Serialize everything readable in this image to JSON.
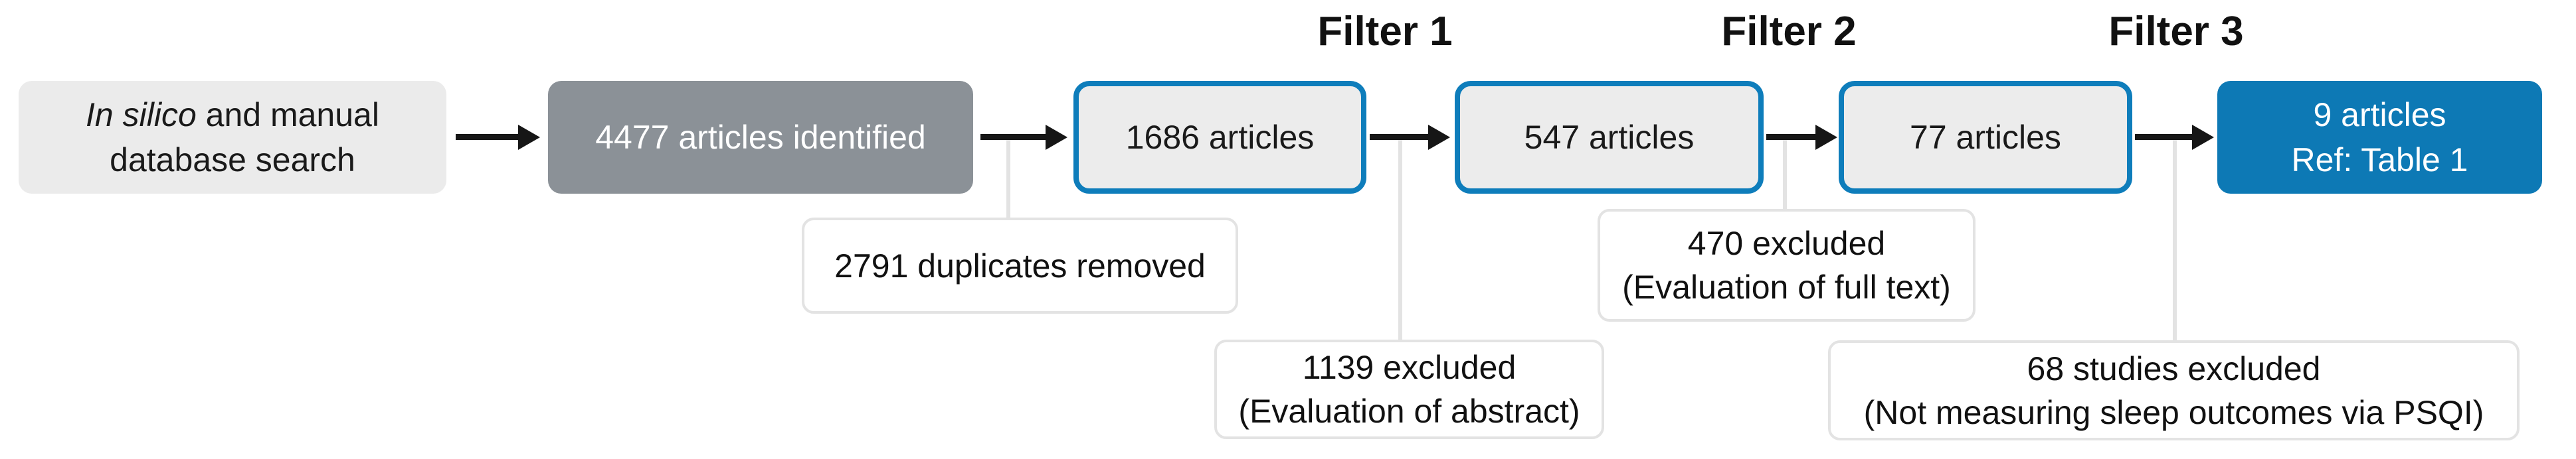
{
  "source_box": {
    "italic": "In silico",
    "rest": " and manual",
    "line2": "database search"
  },
  "identified_box": {
    "label": "4477 articles identified"
  },
  "stage1_box": {
    "label": "1686 articles"
  },
  "stage2_box": {
    "label": "547 articles"
  },
  "stage3_box": {
    "label": "77 articles"
  },
  "final_box": {
    "line1": "9 articles",
    "line2": "Ref: Table 1"
  },
  "filters": {
    "f1": "Filter 1",
    "f2": "Filter 2",
    "f3": "Filter 3"
  },
  "callouts": {
    "duplicates": {
      "line1": "2791 duplicates removed"
    },
    "abstract": {
      "line1": "1139 excluded",
      "line2": "(Evaluation of abstract)"
    },
    "fulltext": {
      "line1": "470 excluded",
      "line2": "(Evaluation of full text)"
    },
    "psqi": {
      "line1": "68 studies excluded",
      "line2": "(Not measuring sleep outcomes via PSQI)"
    }
  },
  "colors": {
    "accent_blue_fill": "#0d79b5",
    "accent_blue_border": "#0e7dbb",
    "dark_gray": "#8b9197",
    "light_gray": "#ebebeb",
    "callout_border": "#e3e3e3",
    "arrow_black": "#161616"
  }
}
